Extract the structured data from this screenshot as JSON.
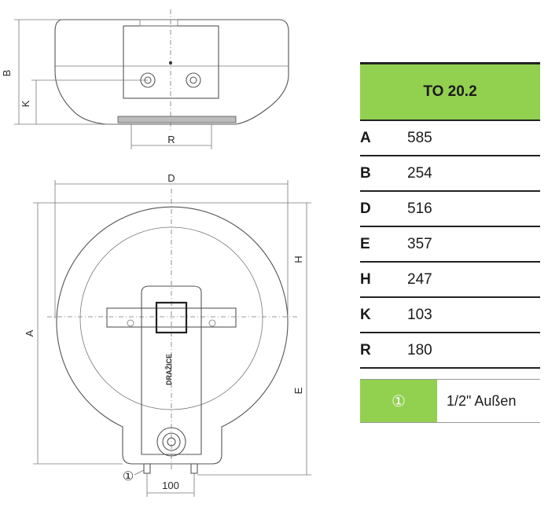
{
  "drawing": {
    "top_view_labels": {
      "b": "B",
      "k": "K",
      "r": "R"
    },
    "front_view_labels": {
      "d": "D",
      "a": "A",
      "h": "H",
      "e": "E",
      "width_100": "100",
      "callout": "①"
    },
    "brand": "DRAŽICE"
  },
  "table": {
    "model": "TO 20.2",
    "rows": [
      {
        "key": "A",
        "value": "585"
      },
      {
        "key": "B",
        "value": "254"
      },
      {
        "key": "D",
        "value": "516"
      },
      {
        "key": "E",
        "value": "357"
      },
      {
        "key": "H",
        "value": "247"
      },
      {
        "key": "K",
        "value": "103"
      },
      {
        "key": "R",
        "value": "180"
      }
    ],
    "note": {
      "symbol": "①",
      "text": "1/2\" Außen"
    }
  },
  "colors": {
    "accent": "#92d050",
    "line": "#555555"
  }
}
